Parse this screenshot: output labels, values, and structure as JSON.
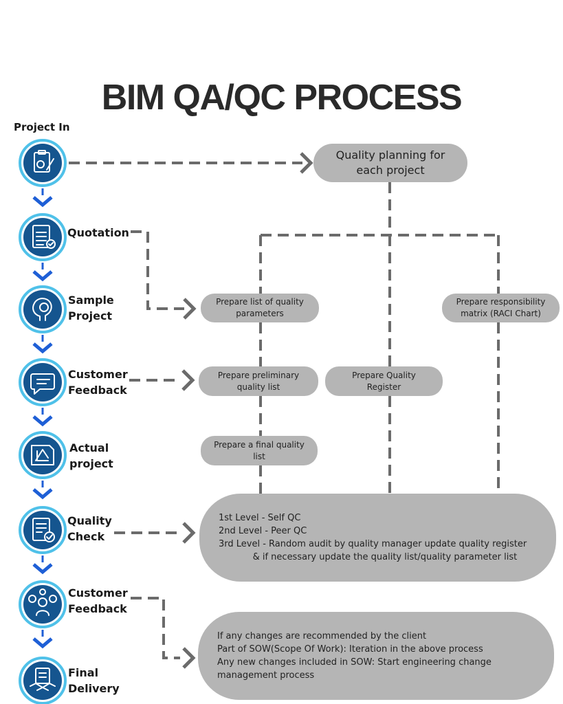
{
  "title": "BIM QA/QC PROCESS",
  "start_label": "Project In",
  "colors": {
    "icon_fill": "#15558f",
    "icon_ring": "#4fc1e9",
    "arrow_blue": "#1e5fd6",
    "dash_gray": "#6b6b6b",
    "box_gray": "#b5b5b5"
  },
  "steps": [
    {
      "lines": [],
      "icon": "clipboard-gear-icon"
    },
    {
      "lines": [
        "Quotation"
      ],
      "icon": "invoice-calculator-icon"
    },
    {
      "lines": [
        "Sample",
        "Project"
      ],
      "icon": "brain-gear-icon"
    },
    {
      "lines": [
        "Customer",
        "Feedback"
      ],
      "icon": "chat-bubble-icon"
    },
    {
      "lines": [
        "Actual",
        "project"
      ],
      "icon": "blueprint-icon"
    },
    {
      "lines": [
        "Quality",
        "Check"
      ],
      "icon": "checklist-icon"
    },
    {
      "lines": [
        "Customer",
        "Feedback"
      ],
      "icon": "feedback-people-icon"
    },
    {
      "lines": [
        "Final",
        "Delivery"
      ],
      "icon": "handshake-document-icon"
    }
  ],
  "boxes": {
    "planning": [
      "Quality planning for",
      "each project"
    ],
    "quality_parameters": [
      "Prepare list of quality",
      "parameters"
    ],
    "responsibility_matrix": [
      "Prepare responsibility",
      "matrix (RACI Chart)"
    ],
    "preliminary_list": [
      "Prepare preliminary",
      "quality list"
    ],
    "quality_register": [
      "Prepare Quality",
      "Register"
    ],
    "final_list": [
      "Prepare a final quality",
      "list"
    ],
    "qc_levels": [
      "1st Level -  Self QC",
      "2nd Level - Peer QC",
      "3rd Level - Random audit by quality manager update quality register",
      "            & if necessary update the quality list/quality parameter list"
    ],
    "changes": [
      "If any changes are recommended by the client",
      "Part of SOW(Scope Of Work): Iteration in the above process",
      "Any new changes included in SOW: Start engineering change",
      "management process"
    ]
  }
}
